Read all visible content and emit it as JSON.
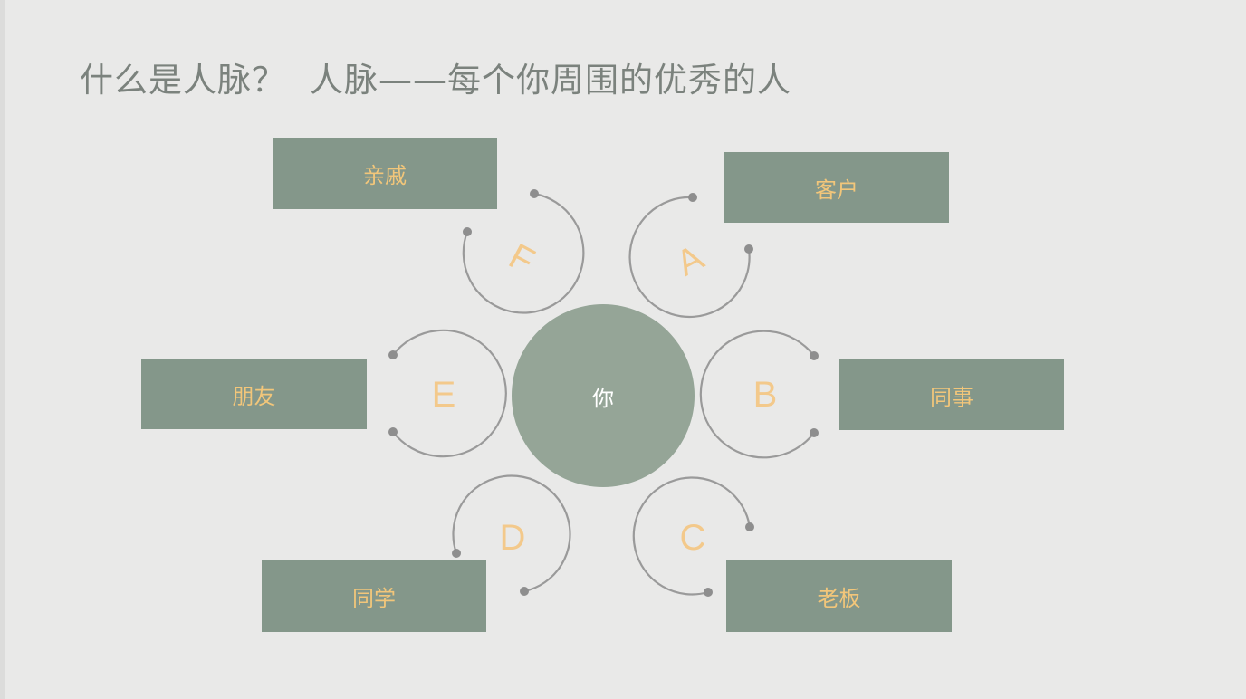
{
  "title": {
    "question": "什么是人脉？",
    "answer": "人脉——每个你周围的优秀的人"
  },
  "center": {
    "label": "你"
  },
  "nodes": [
    {
      "letter": "A",
      "label": "客户"
    },
    {
      "letter": "B",
      "label": "同事"
    },
    {
      "letter": "C",
      "label": "老板"
    },
    {
      "letter": "D",
      "label": "同学"
    },
    {
      "letter": "E",
      "label": "朋友"
    },
    {
      "letter": "F",
      "label": "亲戚"
    }
  ],
  "colors": {
    "box": "#84978a",
    "box_text": "#f2c67a",
    "center": "#95a597",
    "letter": "#f3c98b",
    "arc": "#9a9a9a"
  }
}
